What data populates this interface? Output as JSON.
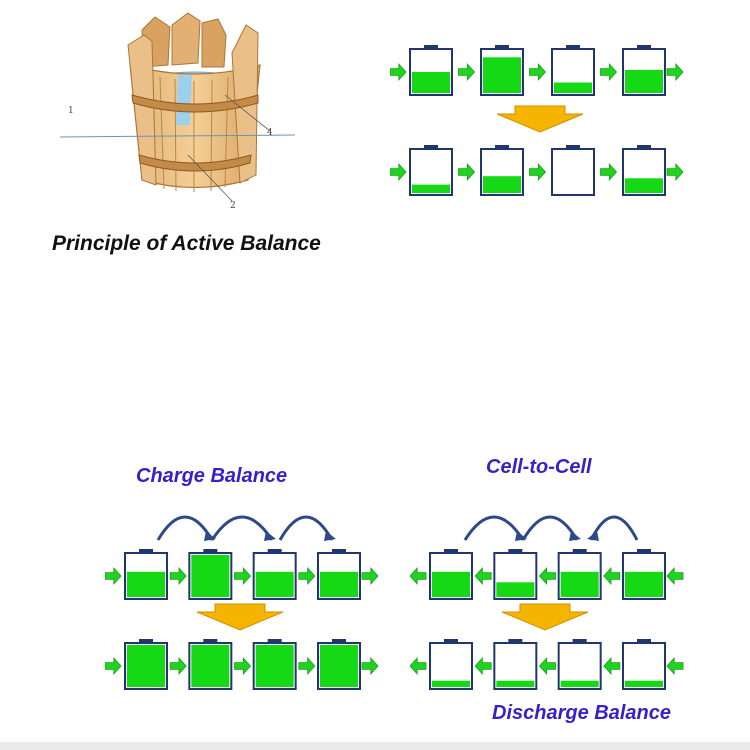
{
  "principle": {
    "caption": "Principle of Active Balance"
  },
  "bucket": {
    "labels": [
      "1",
      "4",
      "2"
    ]
  },
  "charge": {
    "title": "Charge Balance"
  },
  "c2c": {
    "title": "Cell-to-Cell"
  },
  "discharge": {
    "title": "Discharge Balance"
  },
  "colors": {
    "green": "#14d914",
    "arrow_green": "#1ed41e",
    "frame": "#20366f",
    "down_arrow": "#f4b400",
    "curve": "#2d4a86",
    "caption_blue": "#3a1fc8"
  },
  "groups": [
    {
      "id": "active-top",
      "direction": "right",
      "levels": [
        0.5,
        0.85,
        0.25,
        0.55
      ]
    },
    {
      "id": "active-bottom",
      "direction": "right",
      "levels": [
        0.2,
        0.4,
        0.0,
        0.35
      ]
    },
    {
      "id": "charge-top",
      "direction": "right",
      "levels": [
        0.6,
        1.0,
        0.6,
        0.6
      ]
    },
    {
      "id": "charge-bottom",
      "direction": "right",
      "levels": [
        1.0,
        1.0,
        1.0,
        1.0
      ]
    },
    {
      "id": "c2c-top",
      "direction": "left",
      "levels": [
        0.6,
        0.35,
        0.6,
        0.6
      ]
    },
    {
      "id": "c2c-bottom",
      "direction": "left",
      "levels": [
        0.15,
        0.15,
        0.15,
        0.15
      ]
    }
  ]
}
